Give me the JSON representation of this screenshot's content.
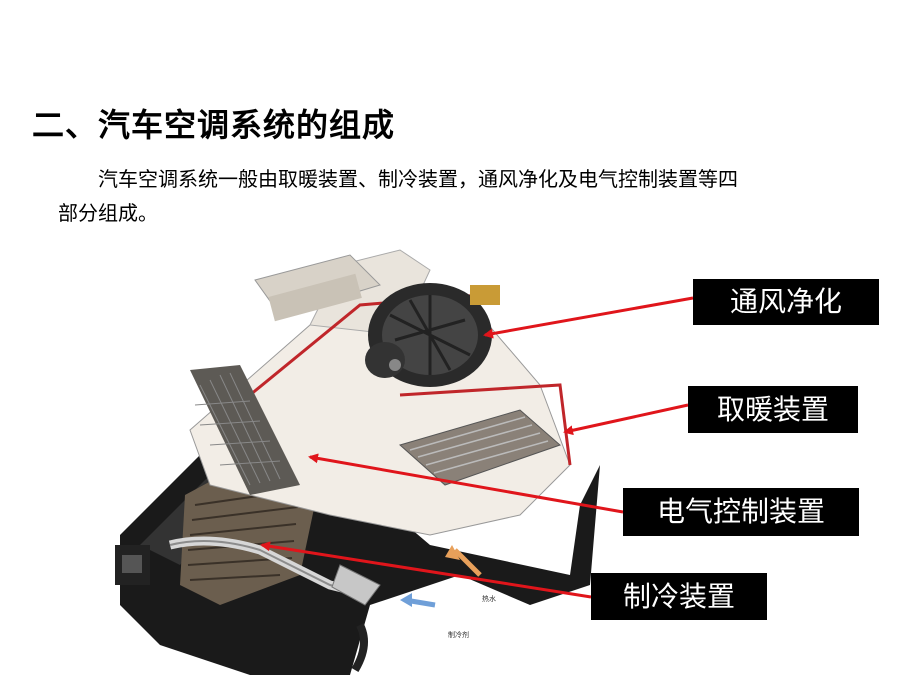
{
  "slide": {
    "title": "二、汽车空调系统的组成",
    "paragraph_line1": "汽车空调系统一般由取暖装置、制冷装置，通风净化及电气控制装置等四",
    "paragraph_line2": "部分组成。"
  },
  "labels": {
    "ventilation": "通风净化",
    "heating": "取暖装置",
    "electrical": "电气控制装置",
    "cooling": "制冷装置"
  },
  "figure": {
    "small_label_hot": "热水",
    "small_label_refrigerant": "制冷剂"
  },
  "colors": {
    "arrow": "#e0151b",
    "label_bg": "#000000",
    "label_text": "#ffffff"
  }
}
